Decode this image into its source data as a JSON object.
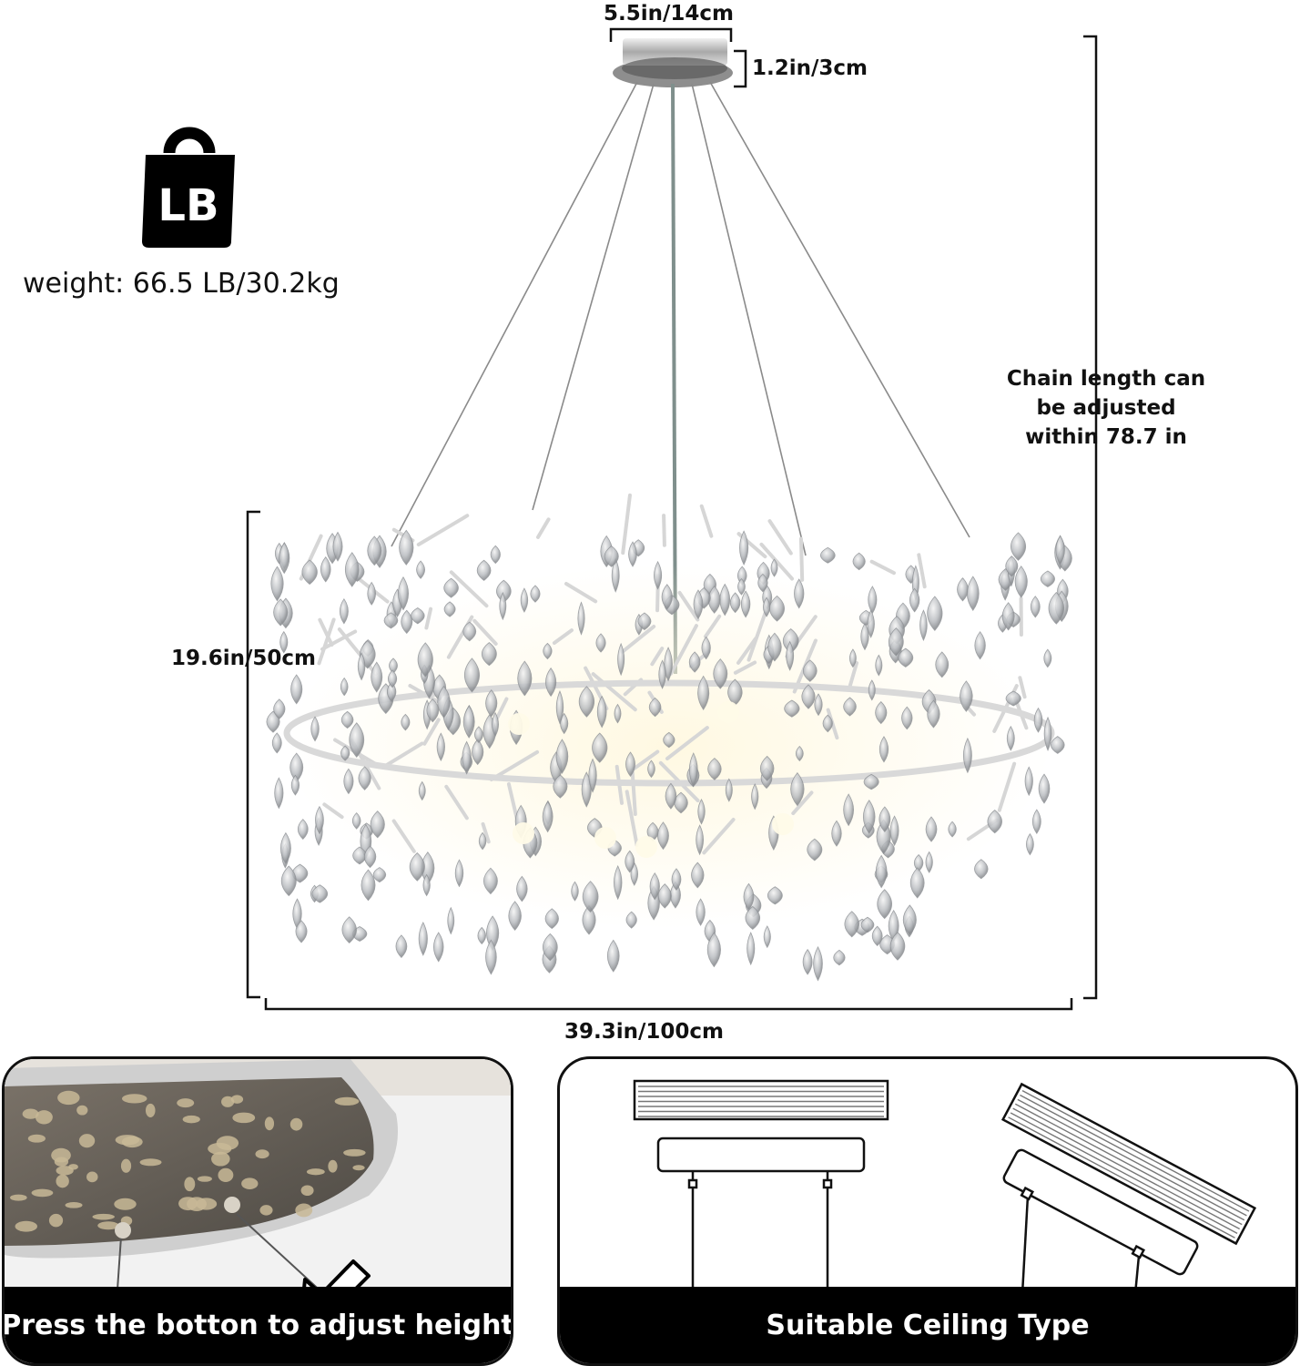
{
  "weight": {
    "icon_label": "LB",
    "text": "weight: 66.5 LB/30.2kg"
  },
  "dimensions": {
    "canopy_width": "5.5in/14cm",
    "canopy_height": "1.2in/3cm",
    "body_height": "19.6in/50cm",
    "body_width": "39.3in/100cm",
    "chain_note": "Chain length can be adjusted within 78.7 in"
  },
  "panels": {
    "left_caption": "Press the botton to adjust height",
    "right_caption": "Suitable Ceiling Type"
  },
  "colors": {
    "chrome": "#c9c9c9",
    "crystal": "#bfc3c7",
    "caption_bg": "#000000"
  }
}
